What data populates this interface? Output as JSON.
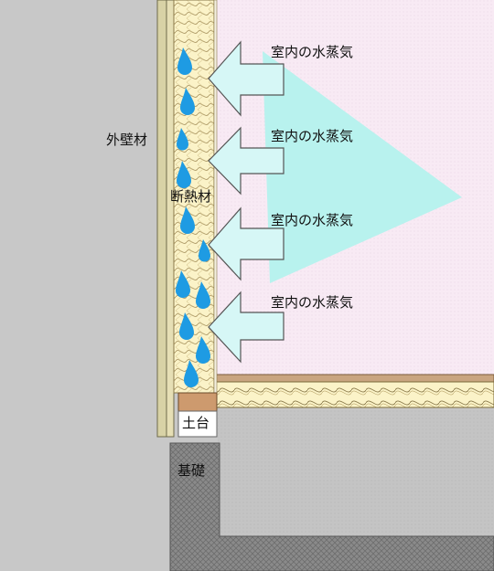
{
  "diagram": {
    "labels": {
      "exterior_wall": "外壁材",
      "insulation": "断熱材",
      "sill": "土台",
      "foundation": "基礎",
      "vapor": "室内の水蒸気"
    },
    "arrow_count": 4,
    "droplet_count": 11,
    "colors": {
      "background": "#c8c8c8",
      "room": "#f8eaf4",
      "vapor_region": "#b8f2ee",
      "arrow": "#d6f7f6",
      "arrow_stroke": "#555555",
      "droplet": "#1e9be3",
      "insulation": "#fbf3c8",
      "exterior_wall": "#d8d2a6",
      "sill": "#cd9a6e",
      "foundation": "#8a8a8a"
    }
  }
}
